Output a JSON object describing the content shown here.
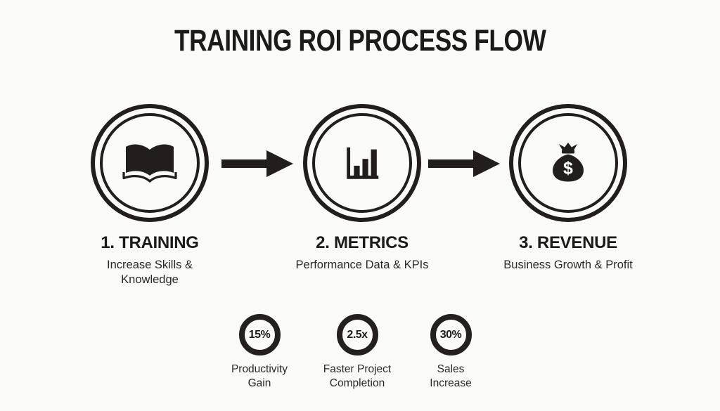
{
  "title": "TRAINING ROI PROCESS FLOW",
  "colors": {
    "ink": "#211e1b",
    "background": "#fafaf8",
    "icon_glyph_color": "#ffffff"
  },
  "steps": [
    {
      "label": "1. TRAINING",
      "description": "Increase Skills & Knowledge",
      "icon": "book-icon"
    },
    {
      "label": "2. METRICS",
      "description": "Performance Data & KPIs",
      "icon": "bar-chart-icon"
    },
    {
      "label": "3. REVENUE",
      "description": "Business Growth & Profit",
      "icon": "money-bag-icon",
      "icon_glyph": "$"
    }
  ],
  "connectors": [
    {
      "icon": "arrow-right-icon"
    },
    {
      "icon": "arrow-right-icon"
    }
  ],
  "stats": [
    {
      "value": "15%",
      "label": "Productivity Gain"
    },
    {
      "value": "2.5x",
      "label": "Faster Project Completion"
    },
    {
      "value": "30%",
      "label": "Sales Increase"
    }
  ]
}
